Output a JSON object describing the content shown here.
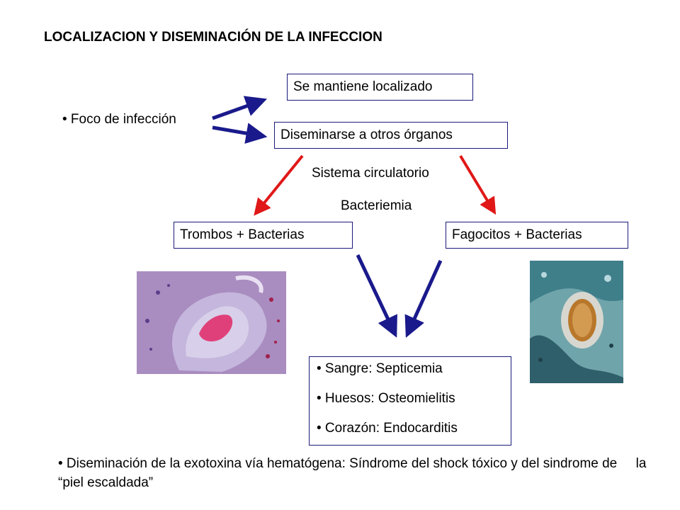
{
  "title": "LOCALIZACION Y DISEMINACIÓN DE LA INFECCION",
  "focus": "• Foco de infección",
  "box_localized": "Se mantiene localizado",
  "box_disseminate": "Diseminarse a otros órganos",
  "label_circulatory": "Sistema circulatorio",
  "label_bacteremia": "Bacteriemia",
  "box_thrombi": {
    "left": "Trombos",
    "plus": "+",
    "right": "Bacterias"
  },
  "box_phagocytes": {
    "left": "Fagocitos",
    "plus": "+",
    "right": "Bacterias"
  },
  "results": [
    "• Sangre: Septicemia",
    "• Huesos: Osteomielitis",
    "• Corazón: Endocarditis"
  ],
  "footer": "• Diseminación de la exotoxina vía hematógena: Síndrome del shock tóxico y del sindrome de     la “piel escaldada”",
  "colors": {
    "blue_arrow": "#1a1a8c",
    "red_arrow": "#e01818",
    "box_border": "#1a1a7a"
  }
}
